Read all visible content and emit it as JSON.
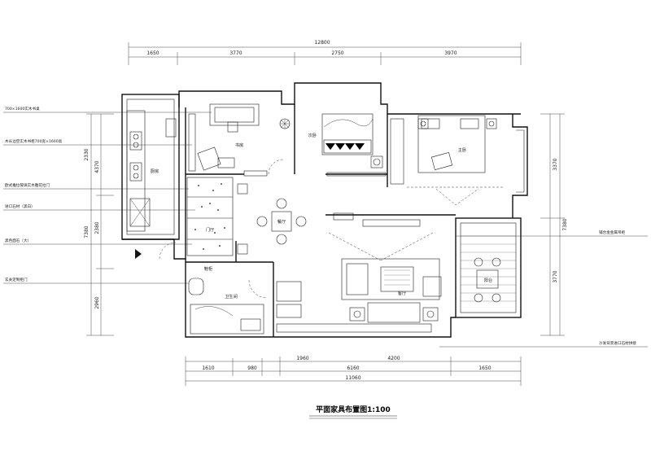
{
  "dimensions": {
    "top_total": "12800",
    "top_segments": [
      "1650",
      "3770",
      "2750",
      "3970"
    ],
    "left_segments": [
      "2330",
      "4370",
      "7380",
      "2380",
      "2960"
    ],
    "right_segments": [
      "3370",
      "7380",
      "3770"
    ],
    "bottom_segments": [
      "1610",
      "980",
      "1960",
      "6160",
      "4200",
      "1650"
    ],
    "bottom_total": "11060"
  },
  "rooms": {
    "study": "书房",
    "second_bedroom": "次卧",
    "master_bedroom": "主卧",
    "kitchen": "厨房",
    "dining": "餐厅",
    "living": "客厅",
    "bathroom": "卫生间",
    "balcony": "阳台",
    "entrance": "门厅",
    "shoe_cabinet": "鞋柜"
  },
  "annotations": [
    "700×1600实木书桌",
    "木长边空实木书柜700宽×1600高",
    "欧式推拉玻璃实木雕花拉门",
    "进口石材（黑白）",
    "黑色面石（大）",
    "玄关定制柜门"
  ],
  "right_annotations": [
    "铺合金金属吊柜",
    "沙发背景进口石材拼接"
  ],
  "title": "平面家具布置图1:100"
}
